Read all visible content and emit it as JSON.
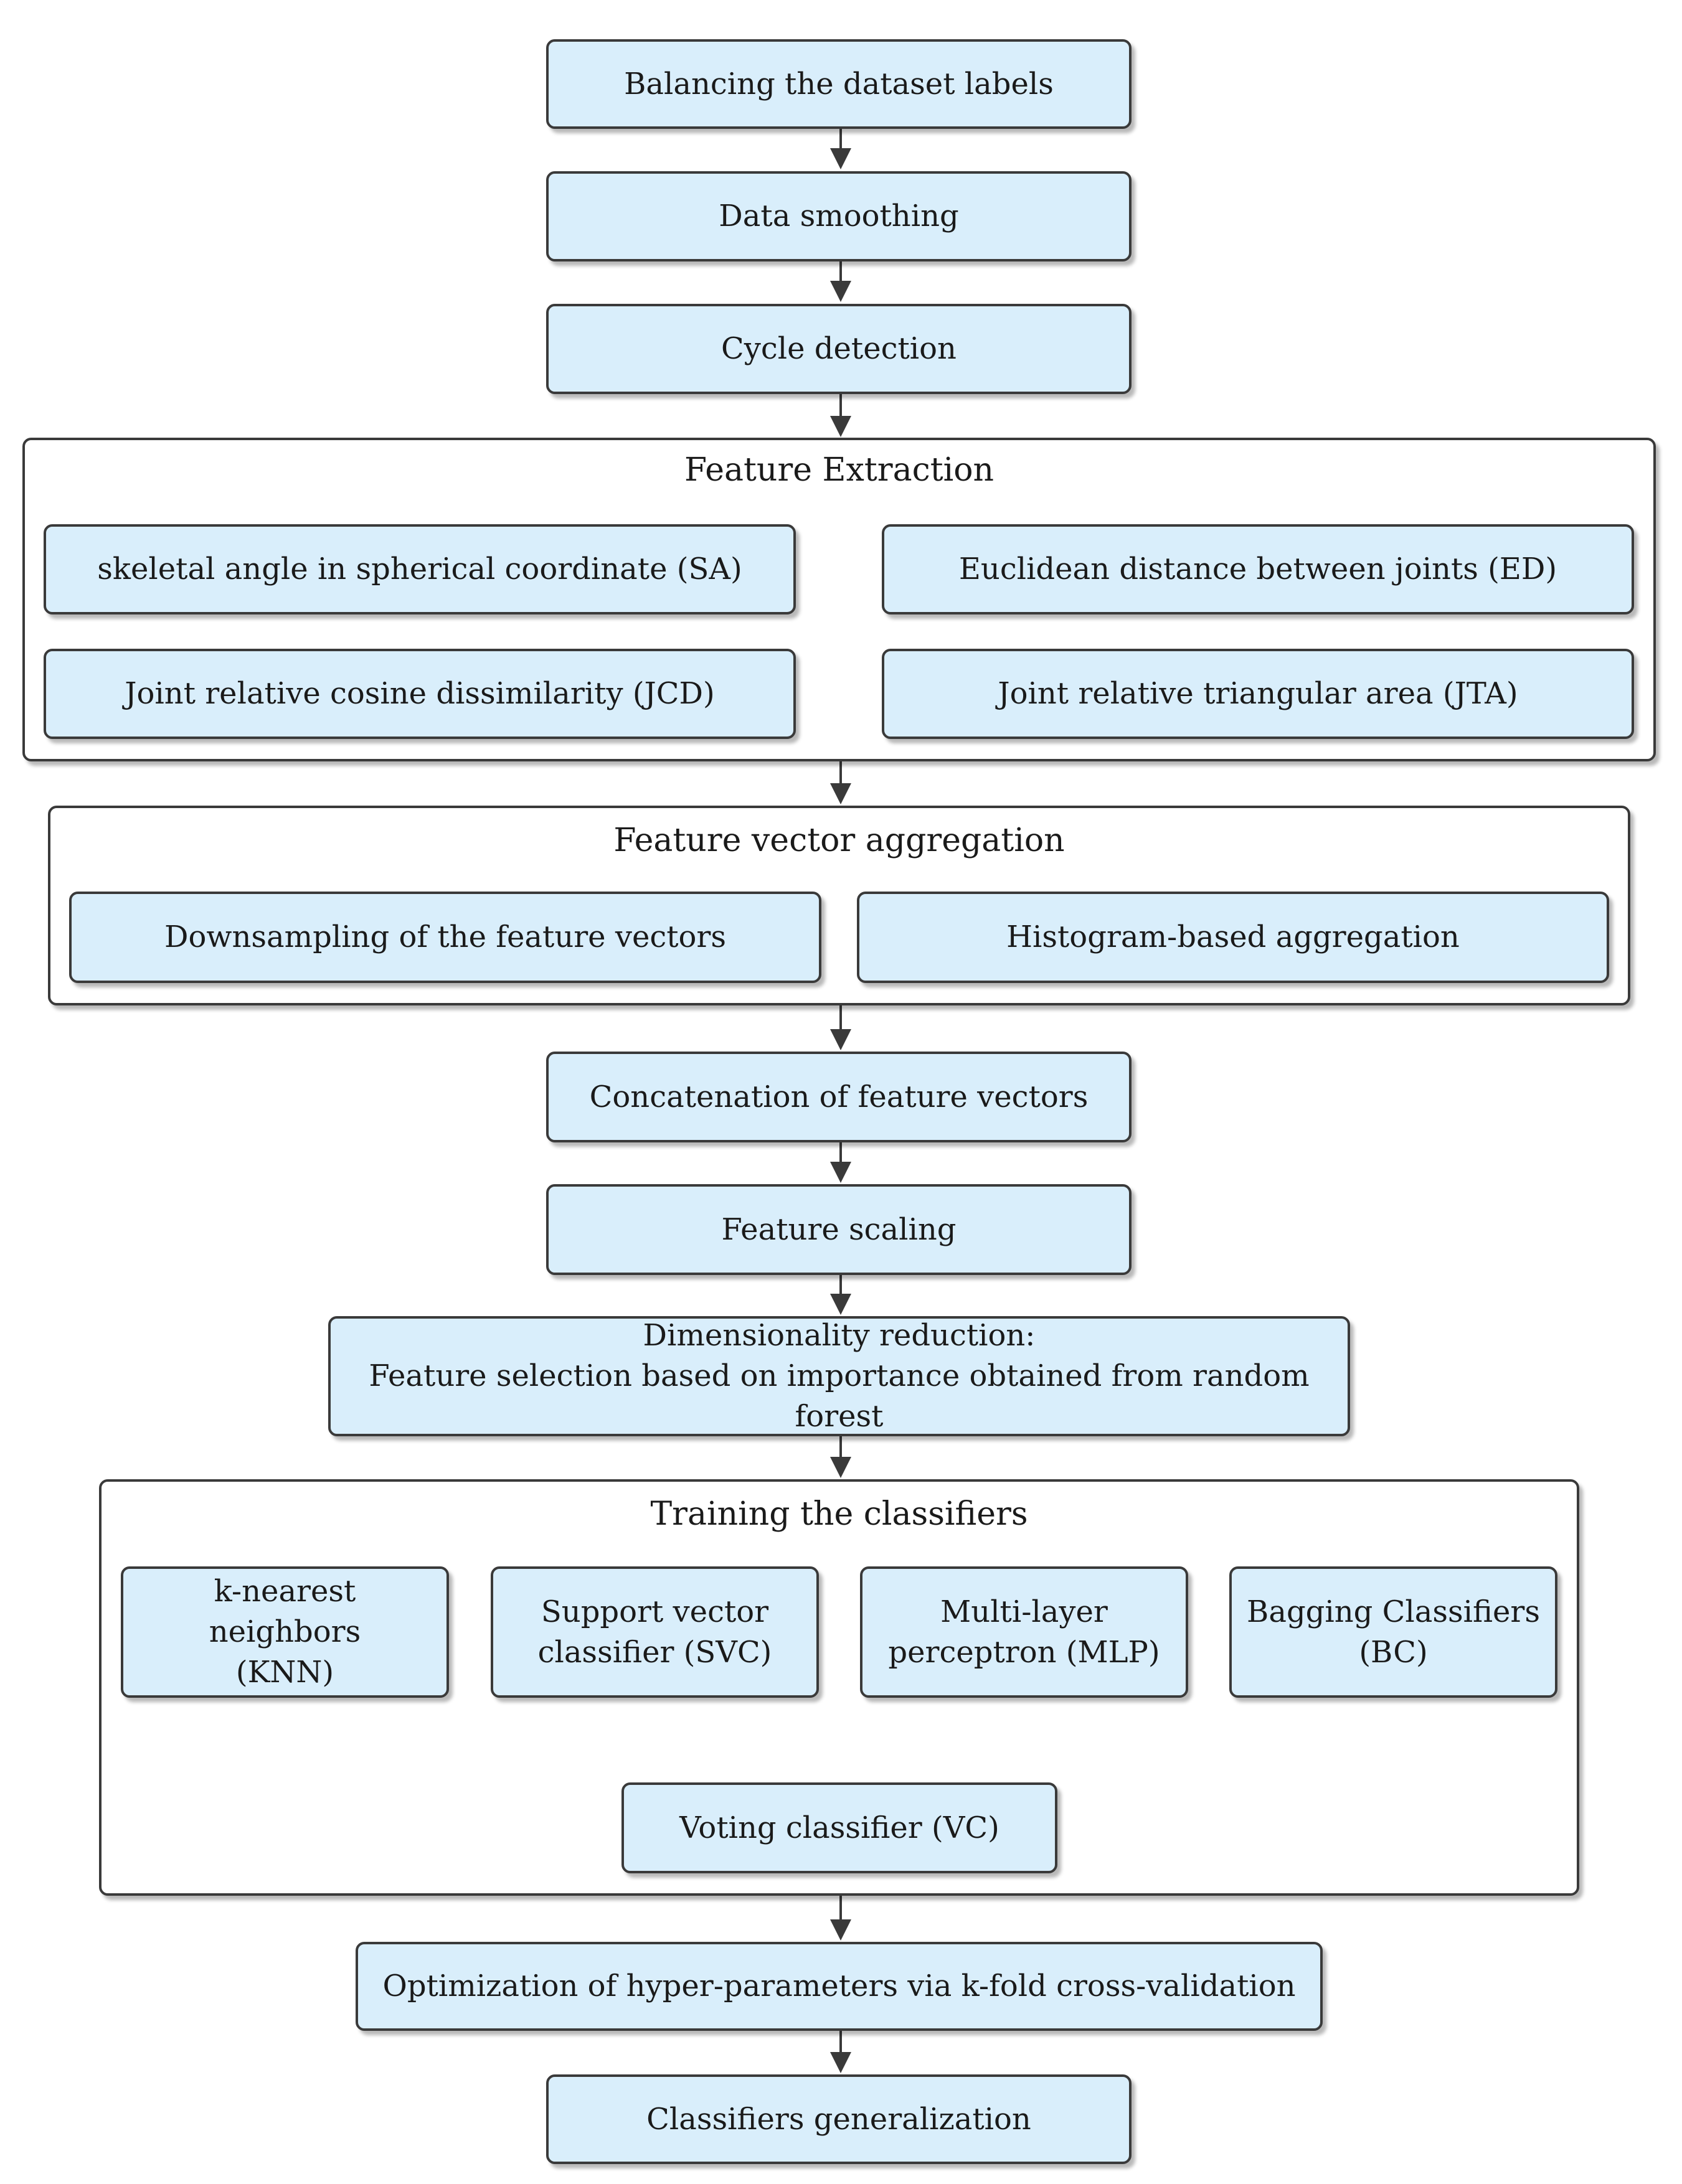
{
  "steps": {
    "balancing": "Balancing the dataset labels",
    "smoothing": "Data smoothing",
    "cycle": "Cycle detection",
    "concatenation": "Concatenation of feature vectors",
    "scaling": "Feature scaling",
    "dimred_line1": "Dimensionality reduction:",
    "dimred_line2": "Feature selection based on importance obtained from random forest",
    "optimization": "Optimization of hyper-parameters via k-fold cross-validation",
    "generalization": "Classifiers generalization"
  },
  "feature_extraction": {
    "title": "Feature Extraction",
    "items": [
      "skeletal angle in spherical coordinate (SA)",
      "Euclidean distance between joints (ED)",
      "Joint relative cosine dissimilarity (JCD)",
      "Joint relative triangular area (JTA)"
    ]
  },
  "aggregation": {
    "title": "Feature vector aggregation",
    "items": [
      "Downsampling of the feature vectors",
      "Histogram-based aggregation"
    ]
  },
  "training": {
    "title": "Training the classifiers",
    "classifiers": [
      {
        "line1": "k-nearest neighbors",
        "line2": "(KNN)"
      },
      {
        "line1": "Support vector",
        "line2": "classifier (SVC)"
      },
      {
        "line1": "Multi-layer",
        "line2": "perceptron (MLP)"
      },
      {
        "line1": "Bagging Classifiers",
        "line2": "(BC)"
      }
    ],
    "voting": "Voting classifier (VC)"
  },
  "colors": {
    "box_fill": "#d9eefb",
    "stroke": "#3a3a3a"
  }
}
